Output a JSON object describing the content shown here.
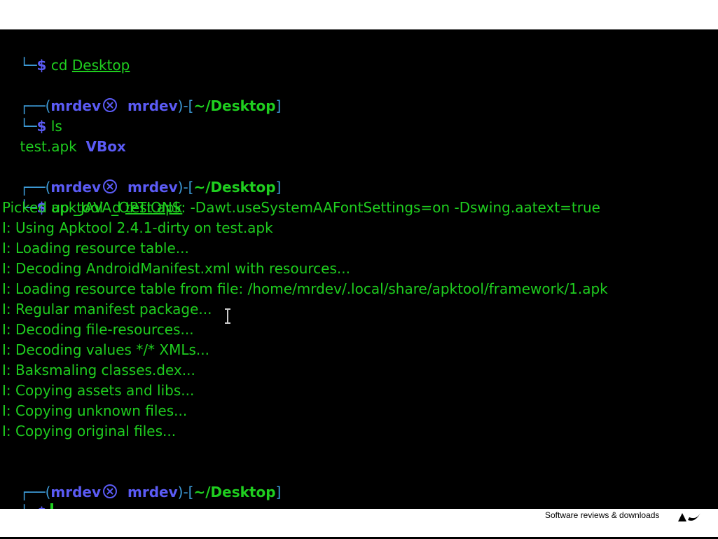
{
  "prompt": {
    "user": "mrdev",
    "host": "mrdev",
    "open_paren": "(",
    "close_paren": ")",
    "separator": "-[",
    "path": "~/Desktop",
    "close_bracket": "]",
    "dollar": "$",
    "tree_top": "┌──",
    "tree_bottom": "└─"
  },
  "commands": {
    "cd": "cd",
    "cd_arg": "Desktop",
    "ls": "ls",
    "apktool": "apktool",
    "apktool_flag": "d",
    "apktool_arg": "test.apk"
  },
  "ls_output": {
    "file": "test.apk",
    "dir": "VBox"
  },
  "apktool_output": [
    "Picked up _JAVA_OPTIONS: -Dawt.useSystemAAFontSettings=on -Dswing.aatext=true",
    "I: Using Apktool 2.4.1-dirty on test.apk",
    "I: Loading resource table...",
    "I: Decoding AndroidManifest.xml with resources...",
    "I: Loading resource table from file: /home/mrdev/.local/share/apktool/framework/1.apk",
    "I: Regular manifest package...",
    "I: Decoding file-resources...",
    "I: Decoding values */* XMLs...",
    "I: Baksmaling classes.dex...",
    "I: Copying assets and libs...",
    "I: Copying unknown files...",
    "I: Copying original files..."
  ],
  "watermark": {
    "tagline": "Software reviews & downloads"
  },
  "colors": {
    "background": "#000000",
    "green": "#1fce1f",
    "blue": "#5b5bf5",
    "tree": "#3d9bd8"
  },
  "icons": {
    "prompt_symbol": "skull-icon",
    "cursor": "text-ibeam-icon"
  }
}
